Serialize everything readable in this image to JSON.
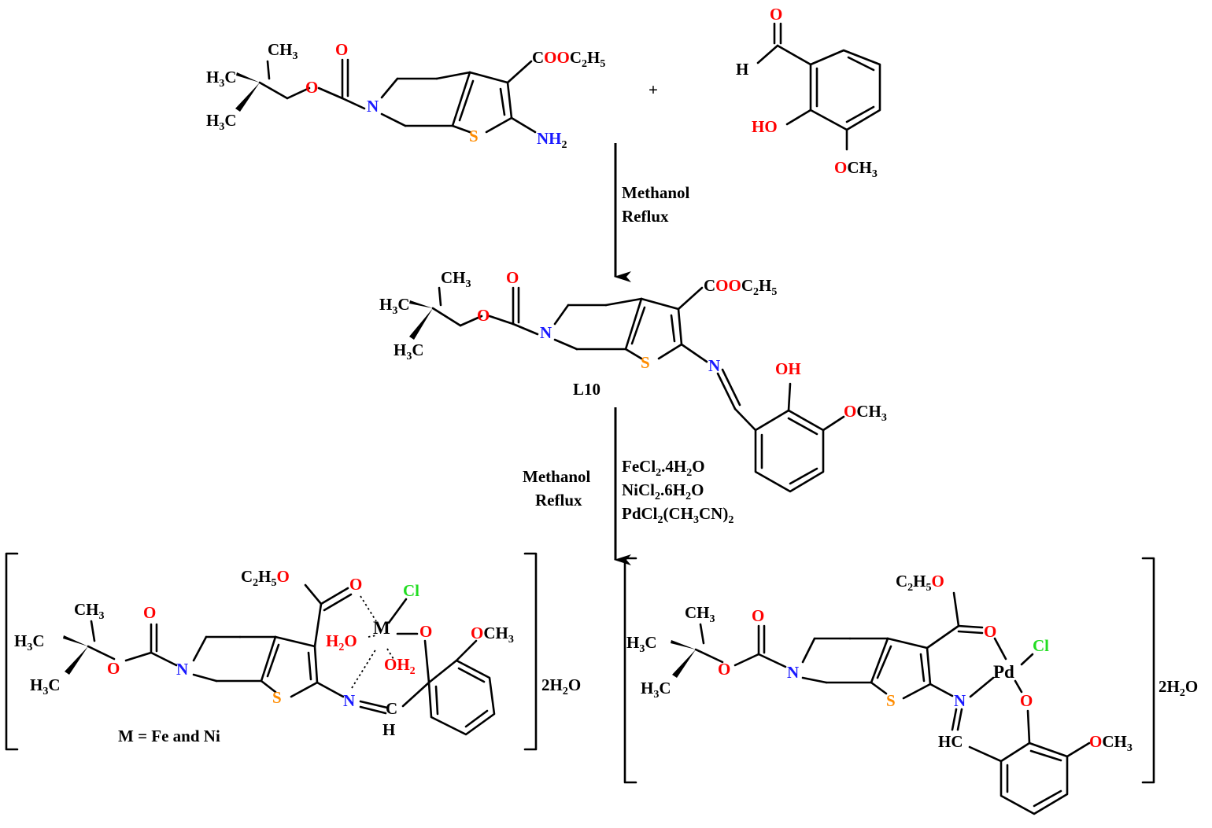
{
  "diagram": {
    "plus_sign": "+",
    "step1": {
      "solvent": "Methanol",
      "condition": "Reflux"
    },
    "step2": {
      "solvent": "Methanol",
      "condition": "Reflux",
      "reagents": [
        "FeCl2.4H2O",
        "NiCl2.6H2O",
        "PdCl2(CH3CN)2"
      ]
    },
    "ligand_label": "L10",
    "complex_left_note": "M = Fe and Ni",
    "hydrate_label": "2H2O",
    "colors": {
      "nitrogen": "#1a1aff",
      "oxygen": "#ff0000",
      "sulfur": "#ff8c00",
      "chlorine": "#22dd22",
      "bond": "#000000"
    }
  }
}
